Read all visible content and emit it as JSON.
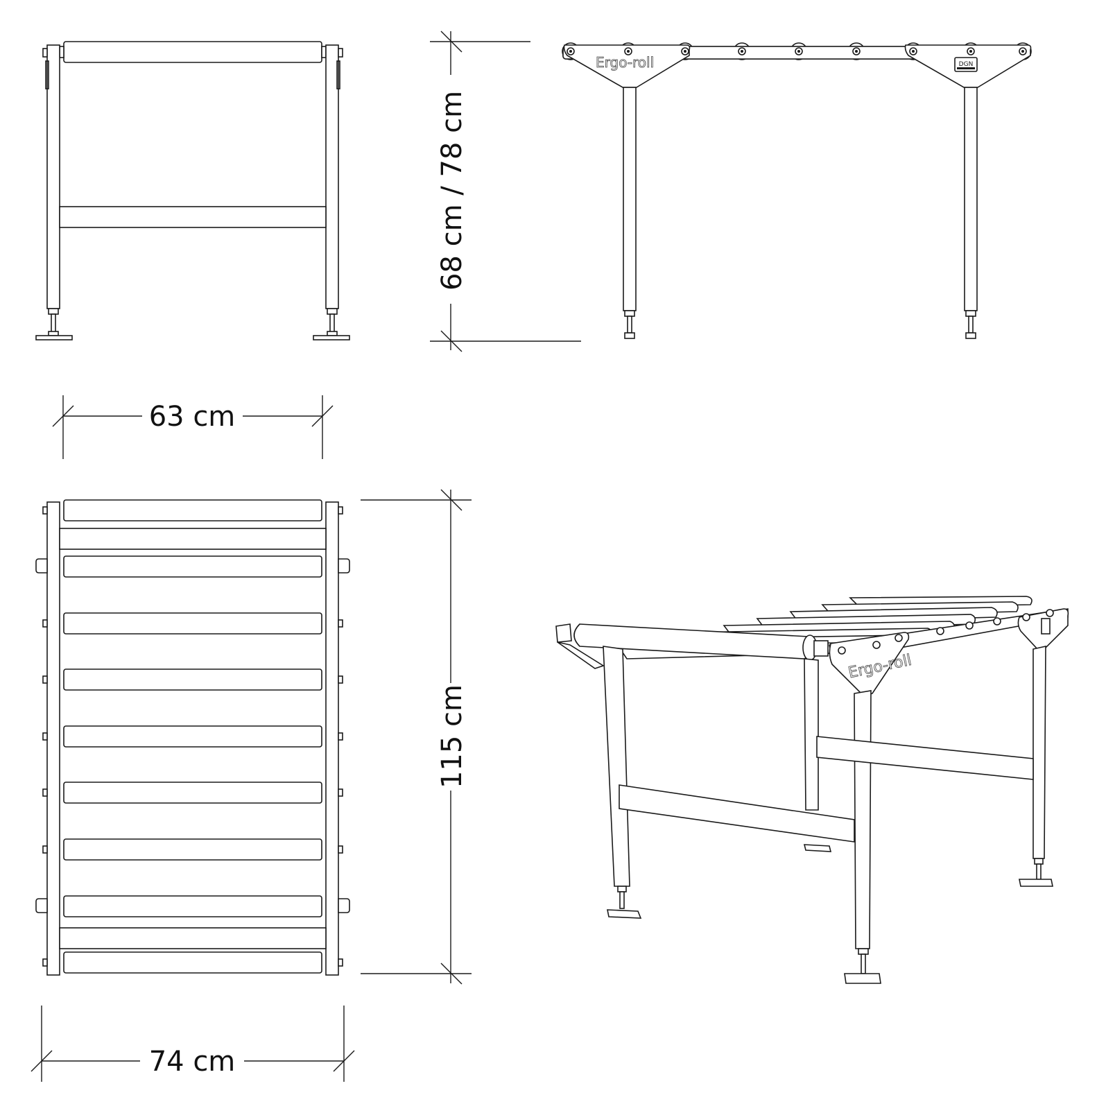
{
  "product": {
    "brand_label": "Ergo-roll",
    "logo_label": "DGN"
  },
  "views": {
    "front": {
      "name": "front-view"
    },
    "side": {
      "name": "side-view"
    },
    "top": {
      "name": "top-view",
      "roller_count": 9
    },
    "iso": {
      "name": "isometric-view"
    }
  },
  "dimensions": {
    "height": "68 cm / 78 cm",
    "inner_width": "63 cm",
    "length": "115 cm",
    "outer_width": "74 cm"
  },
  "colors": {
    "line": "#1a1a1a",
    "background": "#ffffff"
  }
}
